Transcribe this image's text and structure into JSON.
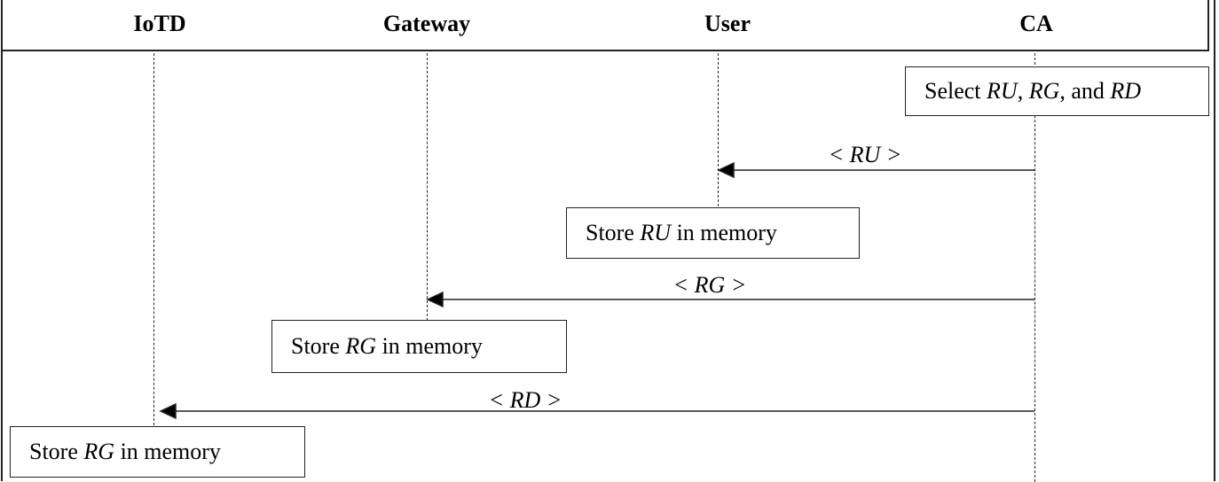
{
  "actors": [
    {
      "id": "iotd",
      "label": "IoTD"
    },
    {
      "id": "gateway",
      "label": "Gateway"
    },
    {
      "id": "user",
      "label": "User"
    },
    {
      "id": "ca",
      "label": "CA"
    }
  ],
  "notes": {
    "ca_select": {
      "prefix": "Select ",
      "v1": "RU",
      "sep1": ", ",
      "v2": "RG",
      "sep2": ", and ",
      "v3": "RD"
    },
    "user_store": {
      "prefix": "Store ",
      "var": "RU",
      "suffix": " in memory"
    },
    "gateway_store": {
      "prefix": "Store ",
      "var": "RG",
      "suffix": " in memory"
    },
    "iotd_store": {
      "prefix": "Store ",
      "var": "RG",
      "suffix": " in memory"
    }
  },
  "messages": [
    {
      "from": "ca",
      "to": "user",
      "label": "< RU >"
    },
    {
      "from": "ca",
      "to": "gateway",
      "label": "< RG >"
    },
    {
      "from": "ca",
      "to": "iotd",
      "label": "< RD >"
    }
  ]
}
